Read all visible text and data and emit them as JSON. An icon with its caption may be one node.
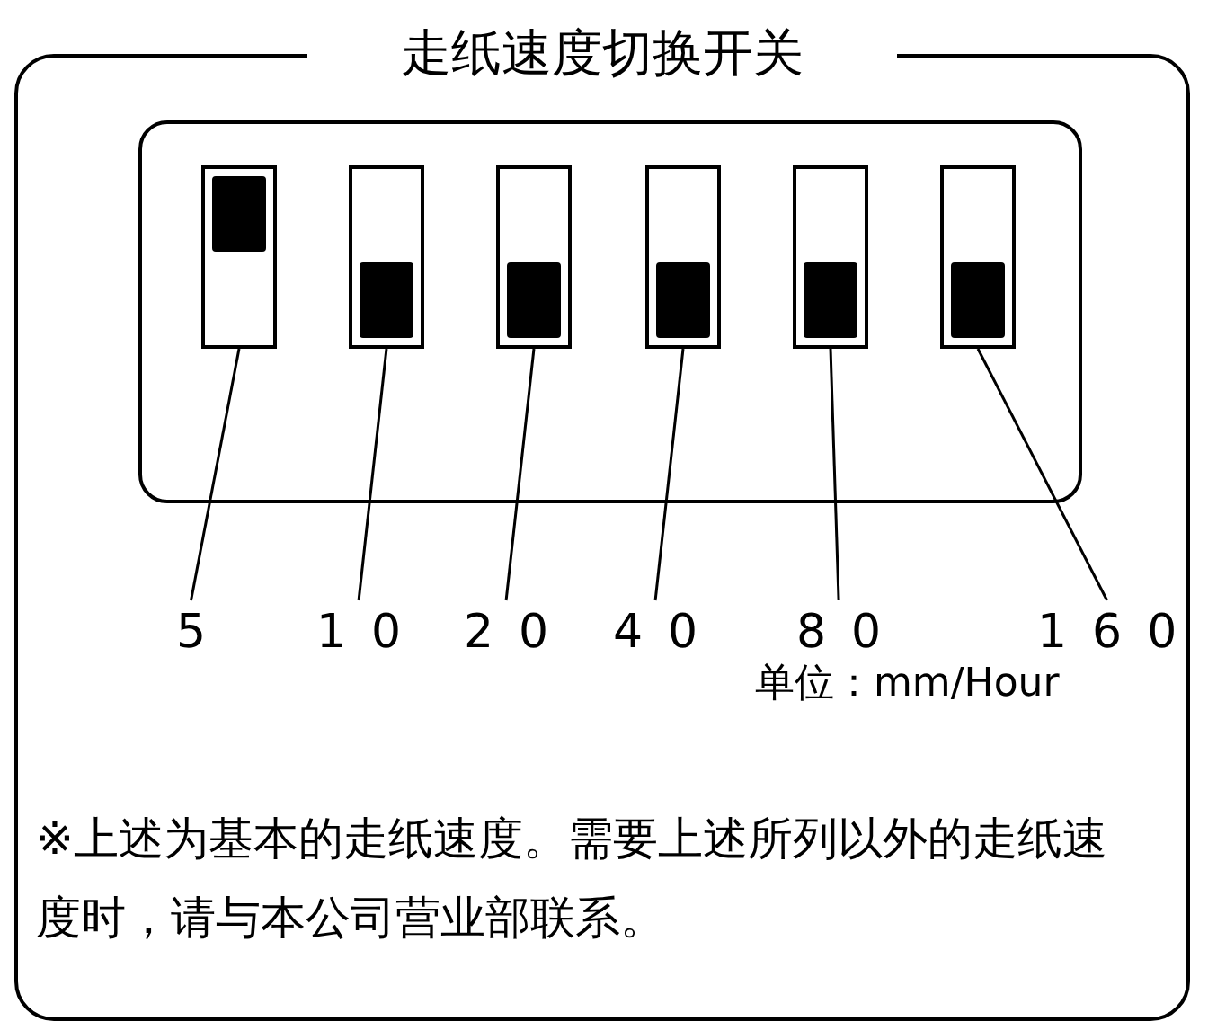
{
  "diagram": {
    "nodes": [
      {
        "text": [
          "走纸速度切换开关"
        ]
      },
      {
        "text": [],
        "shape": "box",
        "in": 0
      },
      {
        "text": [],
        "shape": "box",
        "in": 1
      },
      {
        "text": [],
        "shape": "box",
        "in": 2
      },
      {
        "text": [],
        "shape": "box",
        "in": 1
      },
      {
        "text": [],
        "shape": "box",
        "in": 4
      },
      {
        "text": [],
        "shape": "box",
        "in": 1
      },
      {
        "text": [],
        "shape": "box",
        "in": 6
      },
      {
        "text": [],
        "shape": "box",
        "in": 1
      },
      {
        "text": [],
        "shape": "box",
        "in": 8
      },
      {
        "text": [],
        "shape": "box",
        "in": 1
      },
      {
        "text": [],
        "shape": "box",
        "in": 10
      },
      {
        "text": [],
        "shape": "box",
        "in": 1
      },
      {
        "text": [],
        "shape": "box",
        "in": 12
      },
      {
        "text": [
          "5"
        ],
        "in": 0
      },
      {
        "text": [
          "10"
        ],
        "in": 0
      },
      {
        "text": [
          "20"
        ],
        "in": 0
      },
      {
        "text": [
          "40"
        ],
        "in": 0
      },
      {
        "text": [
          "80"
        ],
        "in": 0
      },
      {
        "text": [
          "160"
        ],
        "in": 0
      }
    ],
    "edges": [
      {
        "from": 14,
        "to": 2,
        "arrow": "none"
      },
      {
        "from": 15,
        "to": 4,
        "arrow": "none"
      },
      {
        "from": 16,
        "to": 6,
        "arrow": "none"
      },
      {
        "from": 17,
        "to": 8,
        "arrow": "none"
      },
      {
        "from": 18,
        "to": 10,
        "arrow": "none"
      },
      {
        "from": 19,
        "to": 12,
        "arrow": "none"
      }
    ],
    "labels": [
      "单位：mm/Hour",
      "※上述为基本的走纸速度。需要上述所列以外的走纸速度时，请与本公司营业部联系。"
    ]
  }
}
